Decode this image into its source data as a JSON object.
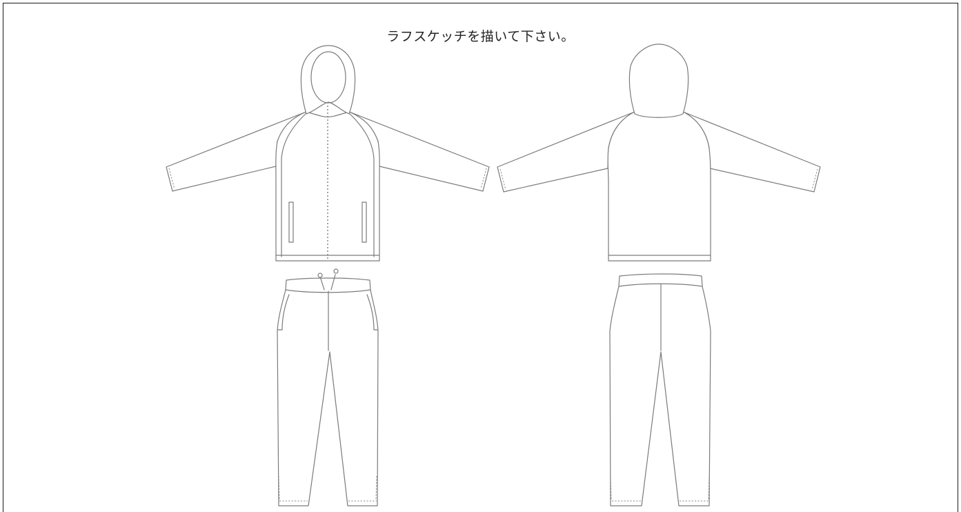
{
  "instruction_text": "ラフスケッチを描いて下さい。",
  "colors": {
    "frame_border": "#1a1a1a",
    "line_art": "#7a7a7a",
    "stitch": "#8a8a8a",
    "background": "#ffffff"
  },
  "views": {
    "jacket_front": "hooded-zip-jacket-front-flat",
    "jacket_back": "hooded-zip-jacket-back-flat",
    "pants_front": "jogger-pants-front-flat",
    "pants_back": "jogger-pants-back-flat"
  }
}
